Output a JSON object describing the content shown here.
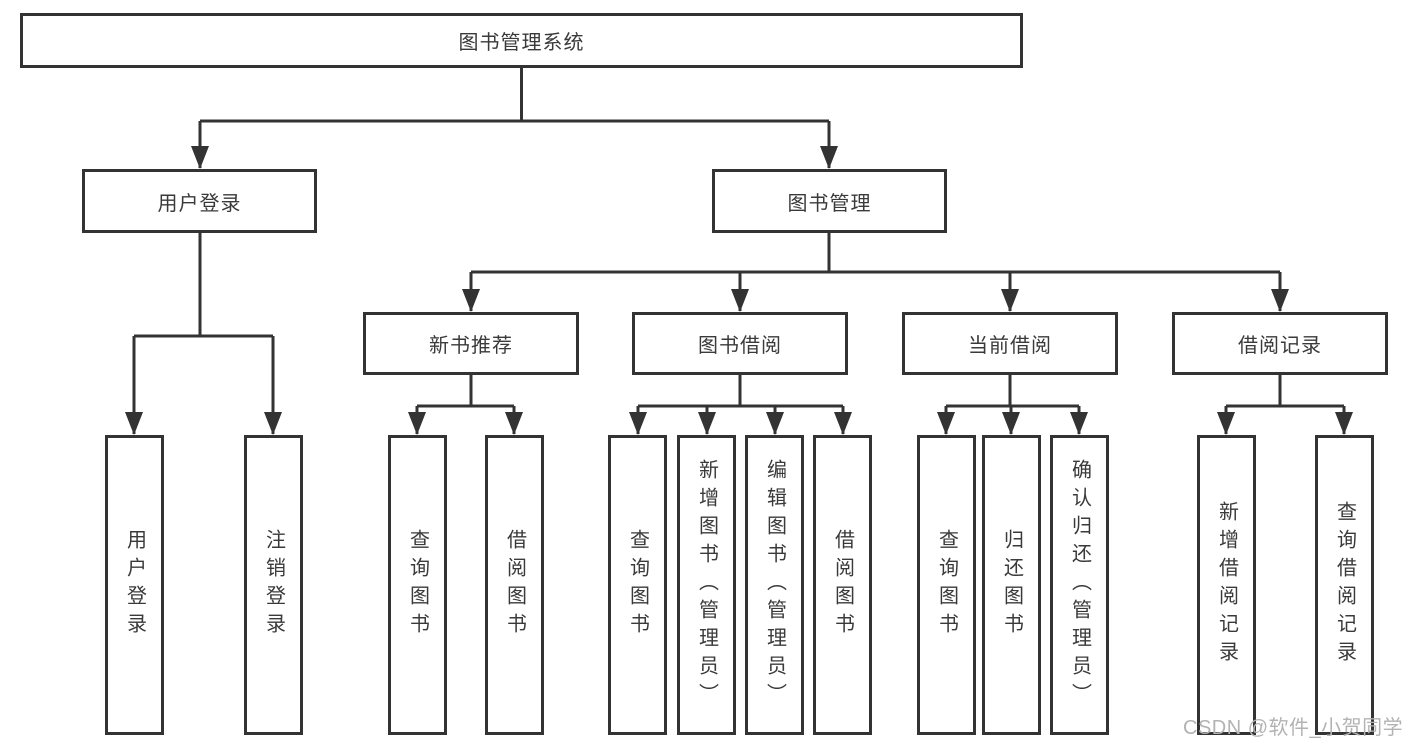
{
  "tree": {
    "label": "图书管理系统",
    "children": [
      {
        "label": "用户登录",
        "children": [
          {
            "label": "用户登录"
          },
          {
            "label": "注销登录"
          }
        ]
      },
      {
        "label": "图书管理",
        "children": [
          {
            "label": "新书推荐",
            "children": [
              {
                "label": "查询图书"
              },
              {
                "label": "借阅图书"
              }
            ]
          },
          {
            "label": "图书借阅",
            "children": [
              {
                "label": "查询图书"
              },
              {
                "label": "新增图书（管理员）"
              },
              {
                "label": "编辑图书（管理员）"
              },
              {
                "label": "借阅图书"
              }
            ]
          },
          {
            "label": "当前借阅",
            "children": [
              {
                "label": "查询图书"
              },
              {
                "label": "归还图书"
              },
              {
                "label": "确认归还（管理员）"
              }
            ]
          },
          {
            "label": "借阅记录",
            "children": [
              {
                "label": "新增借阅记录"
              },
              {
                "label": "查询借阅记录"
              }
            ]
          }
        ]
      }
    ]
  },
  "watermark": {
    "text": "CSDN @软件_小贺同学",
    "color": "#b3b3b3"
  },
  "colors": {
    "line": "#333333",
    "box_border": "#333333",
    "text": "#3a3a3a",
    "background": "#ffffff"
  }
}
